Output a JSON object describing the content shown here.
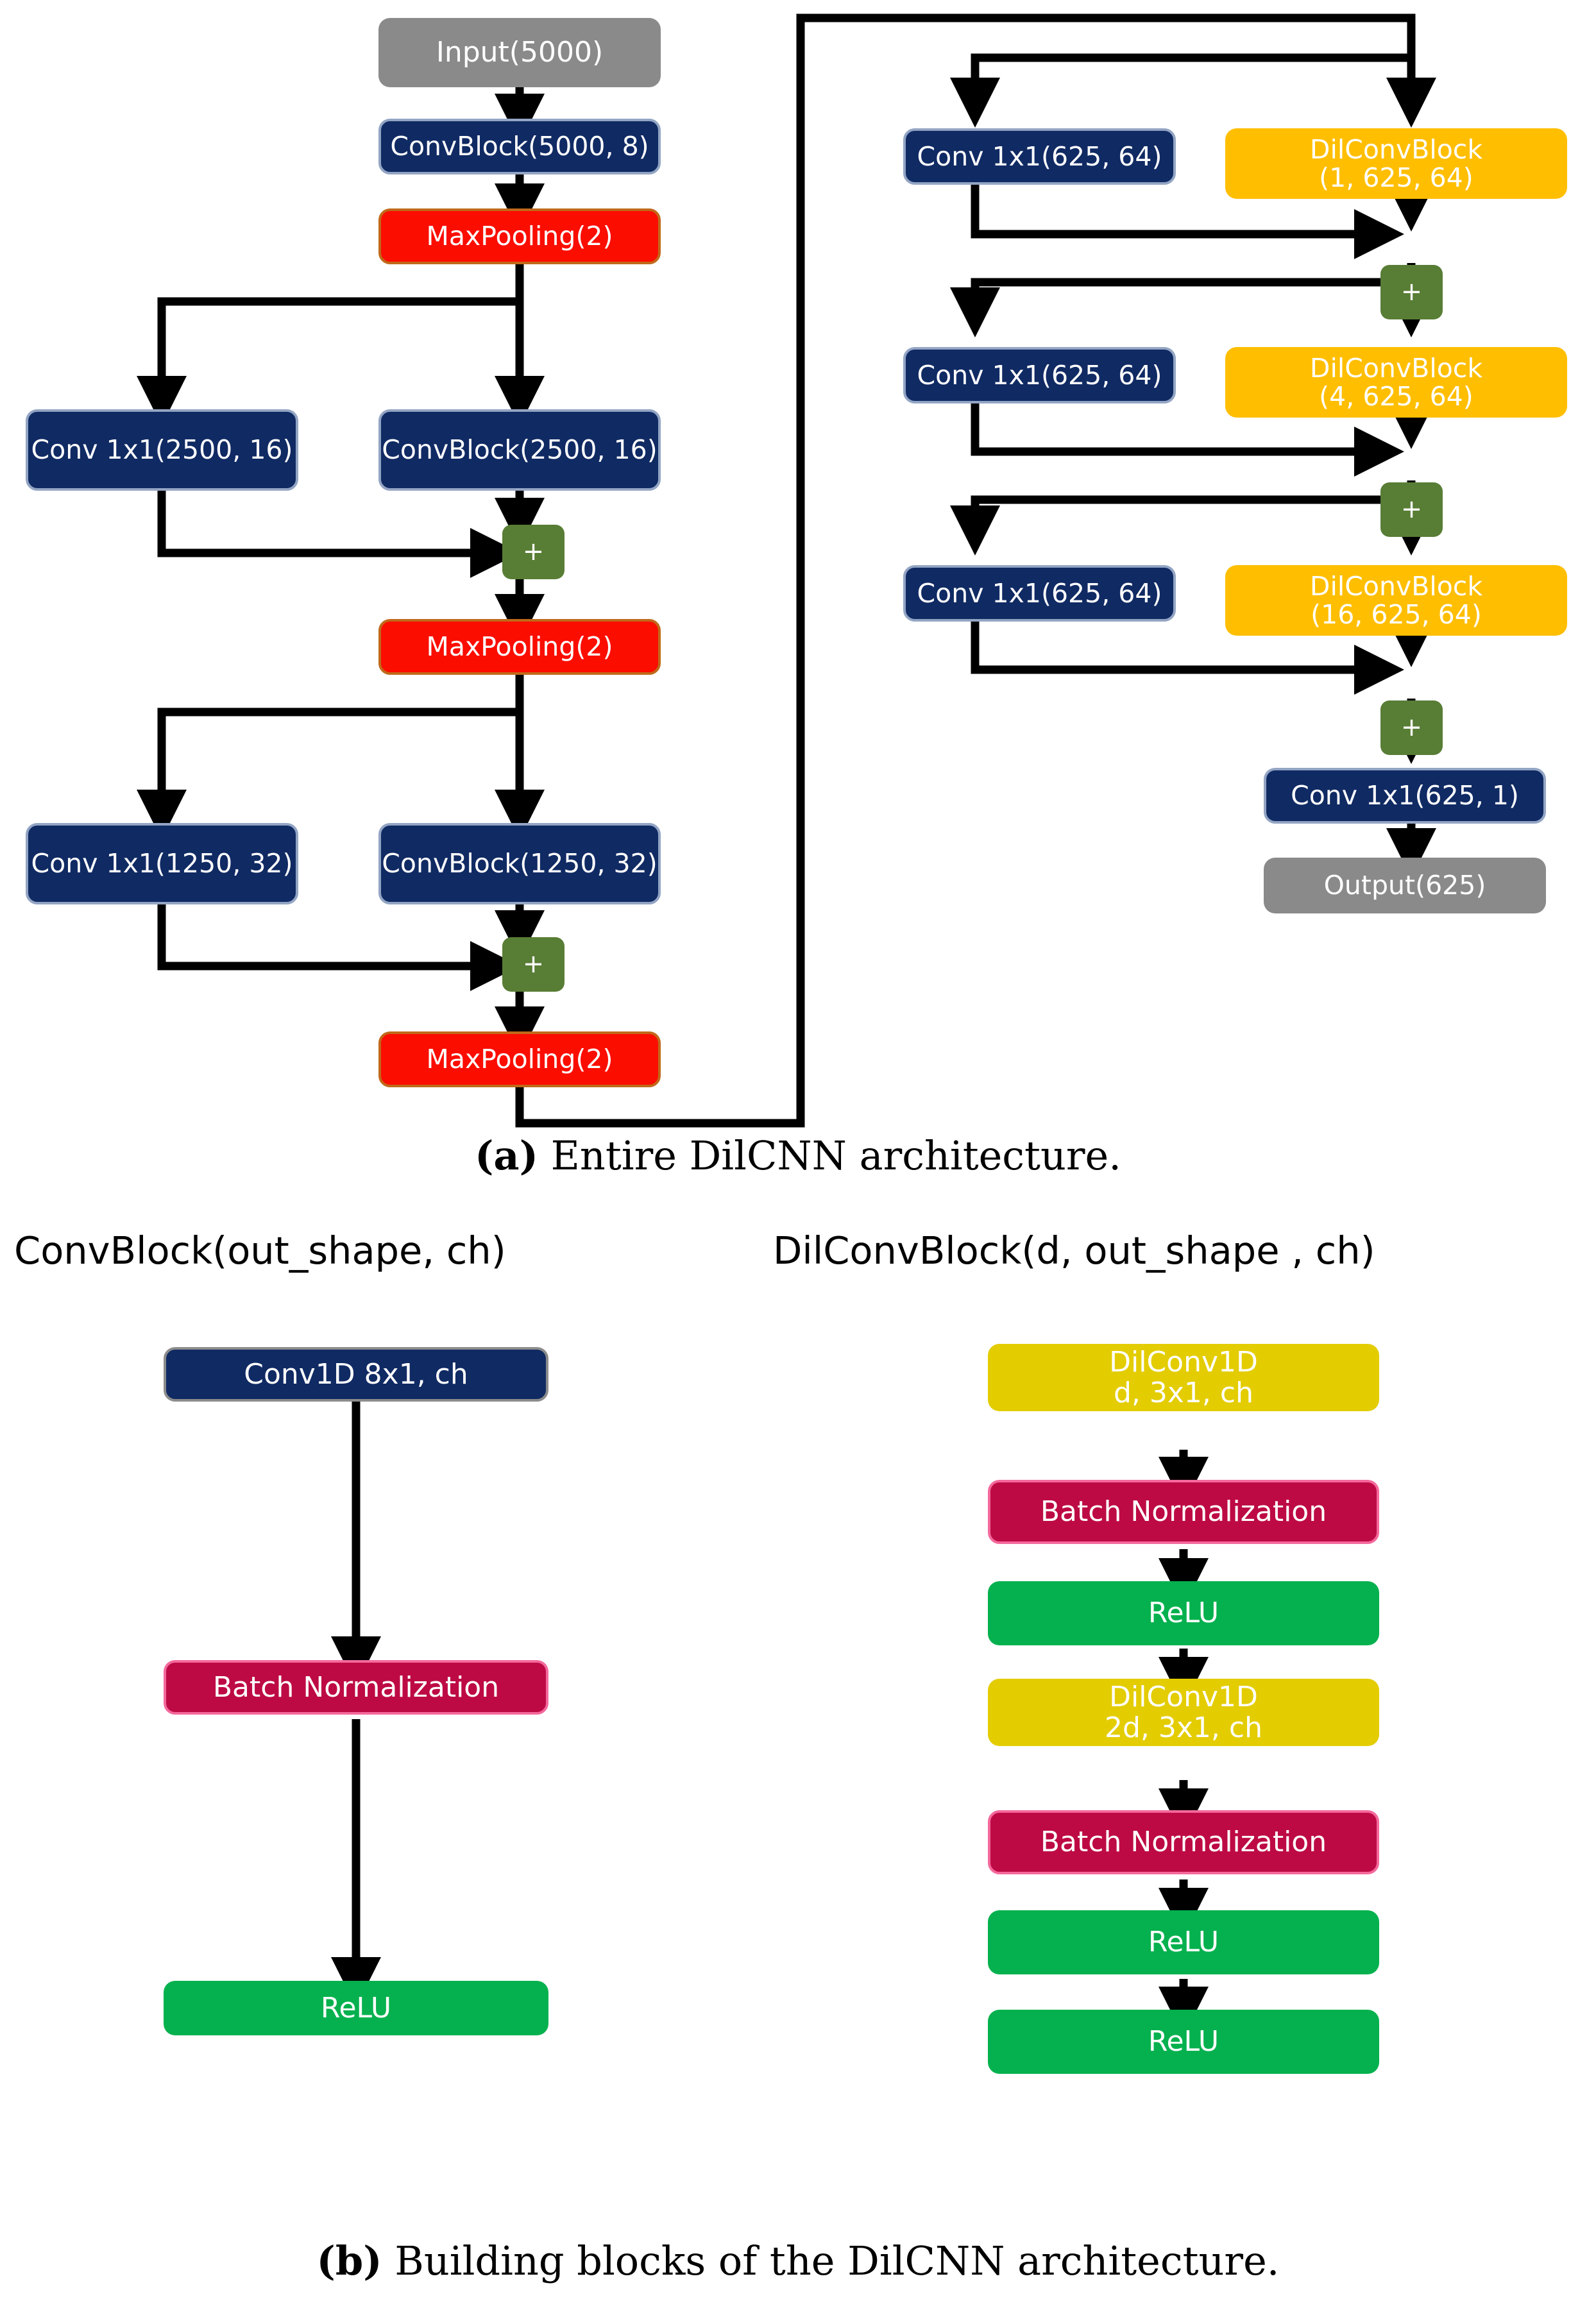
{
  "figure": {
    "caption_a_label": "(a)",
    "caption_a_text": " Entire DilCNN architecture.",
    "caption_b_label": "(b)",
    "caption_b_text": " Building blocks of the DilCNN architecture.",
    "block_title_left": "ConvBlock(out_shape, ch)",
    "block_title_right": "DilConvBlock(d, out_shape , ch)"
  },
  "colors": {
    "input_output": "#8a8a8a",
    "conv": "#102a63",
    "conv_border": "#93a5c4",
    "maxpool": "#fb0d00",
    "maxpool_border": "#c0691a",
    "dilconvblock": "#ffbe00",
    "dilconv1d": "#e3cc00",
    "relu": "#05b14e",
    "batchnorm": "#bd0a45",
    "batchnorm_border": "#f4699c",
    "add": "#587d35",
    "wire": "#000000"
  },
  "architecture": {
    "left_column": {
      "input": "Input(5000)",
      "convblock_1": "ConvBlock(5000, 8)",
      "maxpool_1": "MaxPooling(2)",
      "skip_conv_1": "Conv 1x1(2500, 16)",
      "convblock_2": "ConvBlock(2500, 16)",
      "add_1": "+",
      "maxpool_2": "MaxPooling(2)",
      "skip_conv_2": "Conv 1x1(1250, 32)",
      "convblock_3": "ConvBlock(1250, 32)",
      "add_2": "+",
      "maxpool_3": "MaxPooling(2)"
    },
    "right_column": {
      "skip_conv_3": "Conv 1x1(625, 64)",
      "dilconvblock_1": "DilConvBlock\n(1, 625, 64)",
      "add_3": "+",
      "skip_conv_4": "Conv 1x1(625, 64)",
      "dilconvblock_2": "DilConvBlock\n(4, 625, 64)",
      "add_4": "+",
      "skip_conv_5": "Conv 1x1(625, 64)",
      "dilconvblock_3": "DilConvBlock\n(16, 625, 64)",
      "add_5": "+",
      "final_conv": "Conv 1x1(625, 1)",
      "output": "Output(625)"
    }
  },
  "building_blocks": {
    "convblock": {
      "title": "ConvBlock(out_shape, ch)",
      "steps": [
        "Conv1D 8x1, ch",
        "Batch Normalization",
        "ReLU"
      ]
    },
    "dilconvblock": {
      "title": "DilConvBlock(d, out_shape , ch)",
      "steps": [
        "DilConv1D\nd, 3x1, ch",
        "Batch Normalization",
        "ReLU",
        "DilConv1D\n2d, 3x1, ch",
        "Batch Normalization",
        "ReLU"
      ]
    }
  }
}
